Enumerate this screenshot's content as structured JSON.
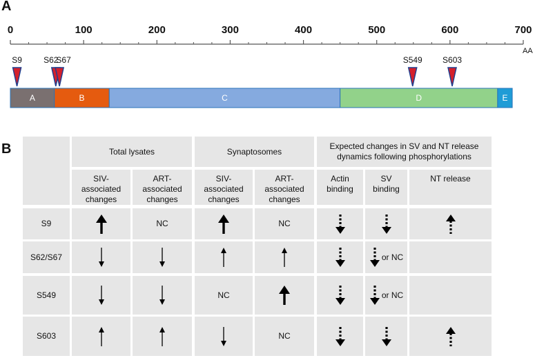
{
  "panel_a": {
    "label": "A",
    "axis": {
      "ticks": [
        "0",
        "100",
        "200",
        "300",
        "400",
        "500",
        "600",
        "700"
      ],
      "unit": "AA",
      "min": 0,
      "max": 700
    },
    "sites": [
      {
        "name": "S9",
        "pos": 9
      },
      {
        "name": "S62",
        "pos": 62
      },
      {
        "name": "S67",
        "pos": 67
      },
      {
        "name": "S549",
        "pos": 549
      },
      {
        "name": "S603",
        "pos": 603
      }
    ],
    "domains": [
      {
        "name": "A",
        "start": 0,
        "end": 60,
        "color": "#7a7070"
      },
      {
        "name": "B",
        "start": 60,
        "end": 135,
        "color": "#e55b0f"
      },
      {
        "name": "C",
        "start": 135,
        "end": 450,
        "color": "#85aadf"
      },
      {
        "name": "D",
        "start": 450,
        "end": 665,
        "color": "#92d28a"
      },
      {
        "name": "E",
        "start": 665,
        "end": 685,
        "color": "#1f9cd6"
      }
    ],
    "colors": {
      "marker": "#d4202b",
      "marker_edge": "#1f3f8f",
      "domain_border": "#2a73b8"
    }
  },
  "panel_b": {
    "label": "B",
    "group_headers": {
      "total_lysates": "Total lysates",
      "synaptosomes": "Synaptosomes",
      "expected_line1": "Expected changes in SV and NT release",
      "expected_line2": "dynamics following phosphorylations"
    },
    "sub_headers": {
      "tl_siv": [
        "SIV-",
        "associated",
        "changes"
      ],
      "tl_art": [
        "ART-",
        "associated",
        "changes"
      ],
      "syn_siv": [
        "SIV-",
        "associated",
        "changes"
      ],
      "syn_art": [
        "ART-",
        "associated",
        "changes"
      ],
      "actin": [
        "Actin",
        "binding"
      ],
      "sv": [
        "SV",
        "binding"
      ],
      "nt": [
        "NT release"
      ]
    },
    "rows": [
      {
        "site": "S9",
        "cells": [
          "up-bold",
          "NC",
          "up-bold",
          "NC",
          "down-dashed",
          "down-dashed",
          "up-dashed"
        ]
      },
      {
        "site": "S62/S67",
        "cells": [
          "down",
          "down",
          "up",
          "up",
          "down-dashed",
          "down-dashed-or-nc",
          ""
        ]
      },
      {
        "site": "S549",
        "cells": [
          "down",
          "down",
          "NC",
          "up-bold",
          "down-dashed",
          "down-dashed-or-nc",
          ""
        ]
      },
      {
        "site": "S603",
        "cells": [
          "up",
          "up",
          "down",
          "NC",
          "down-dashed",
          "down-dashed",
          "up-dashed"
        ]
      }
    ],
    "nc_text": "NC",
    "or_nc_text": "or NC"
  }
}
